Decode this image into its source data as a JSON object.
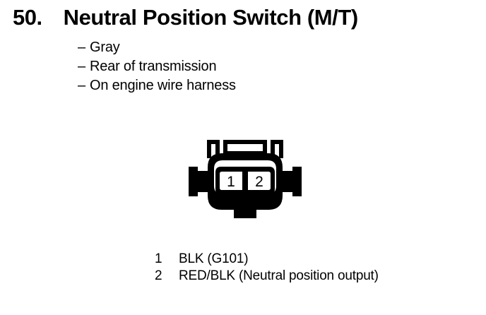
{
  "header": {
    "number": "50.",
    "title": "Neutral Position Switch (M/T)"
  },
  "bullets": {
    "dash": "–",
    "items": [
      {
        "text": "Gray"
      },
      {
        "text": "Rear of transmission"
      },
      {
        "text": "On engine wire harness"
      }
    ]
  },
  "connector": {
    "name": "2-pin connector face view",
    "cavities": [
      {
        "number": "1"
      },
      {
        "number": "2"
      }
    ],
    "stroke_color": "#000000",
    "fill_color": "#ffffff"
  },
  "legend": {
    "rows": [
      {
        "pin": "1",
        "label": "BLK (G101)"
      },
      {
        "pin": "2",
        "label": "RED/BLK (Neutral position output)"
      }
    ]
  }
}
